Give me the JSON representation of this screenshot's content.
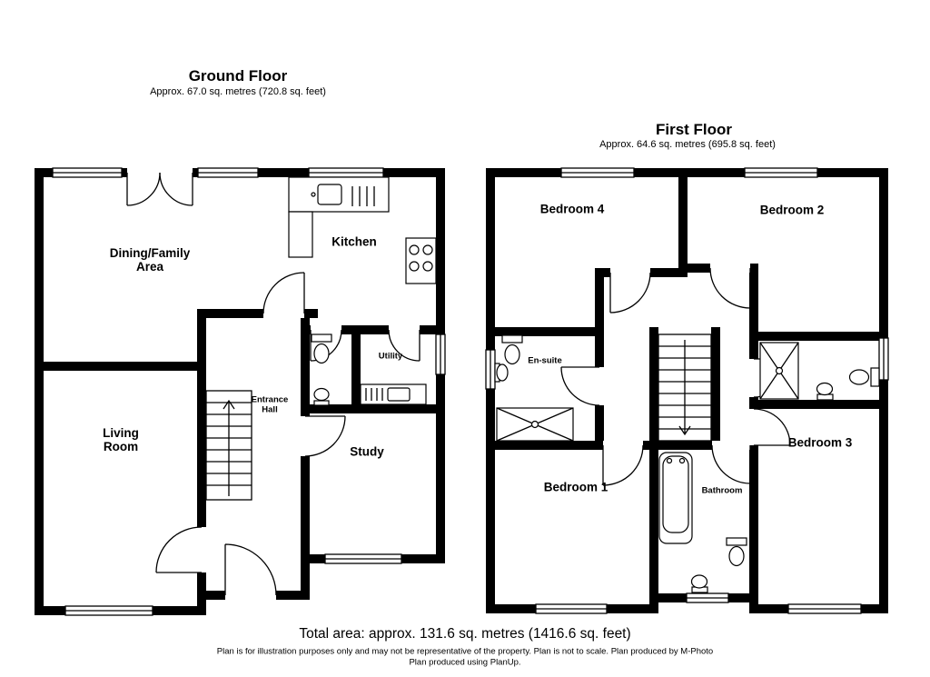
{
  "ground_floor": {
    "title": "Ground Floor",
    "area": "Approx. 67.0 sq. metres (720.8 sq. feet)",
    "rooms": {
      "dining": "Dining/Family Area",
      "kitchen": "Kitchen",
      "utility": "Utility",
      "entrance_hall": "Entrance Hall",
      "living": "Living Room",
      "study": "Study"
    }
  },
  "first_floor": {
    "title": "First Floor",
    "area": "Approx. 64.6 sq. metres (695.8 sq. feet)",
    "rooms": {
      "bedroom4": "Bedroom 4",
      "bedroom2": "Bedroom 2",
      "ensuite": "En-suite",
      "bedroom1": "Bedroom 1",
      "bathroom": "Bathroom",
      "bedroom3": "Bedroom 3"
    }
  },
  "footer": {
    "total_area": "Total area: approx. 131.6 sq. metres (1416.6 sq. feet)",
    "disclaimer_line1": "Plan is for illustration purposes only and may not be representative of the property. Plan is not to scale. Plan produced by M-Photo",
    "disclaimer_line2": "Plan produced using PlanUp."
  },
  "colors": {
    "wall": "#000000",
    "background": "#ffffff"
  }
}
